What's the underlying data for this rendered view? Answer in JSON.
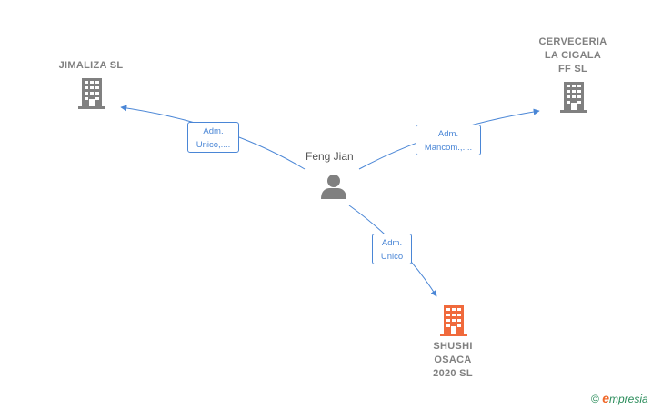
{
  "center": {
    "name": "Feng Jian",
    "icon": "person-icon"
  },
  "companies": {
    "jimaliza": {
      "lines": [
        "JIMALIZA SL"
      ],
      "icon": "building-icon",
      "color": "#808080"
    },
    "cerveceria": {
      "lines": [
        "CERVECERIA",
        "LA CIGALA",
        "FF  SL"
      ],
      "icon": "building-icon",
      "color": "#808080"
    },
    "shushi": {
      "lines": [
        "SHUSHI",
        "OSACA",
        "2020  SL"
      ],
      "icon": "building-icon",
      "color": "#f06a3c"
    }
  },
  "edges": {
    "jimaliza": [
      "Adm.",
      "Unico,...."
    ],
    "cerveceria": [
      "Adm.",
      "Mancom.,...."
    ],
    "shushi": [
      "Adm.",
      "Unico"
    ]
  },
  "colors": {
    "edge": "#4a86d6",
    "building_gray": "#808080",
    "building_highlight": "#f06a3c",
    "person": "#808080"
  },
  "brand": {
    "copyright": "©",
    "first_letter": "e",
    "rest": "mpresia"
  }
}
